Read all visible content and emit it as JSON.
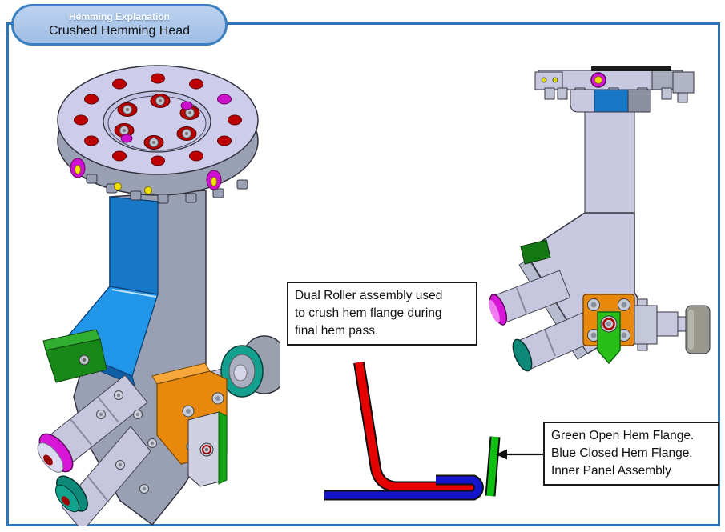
{
  "title_badge": {
    "line1": "Hemming Explanation",
    "line2": "Crushed Hemming Head"
  },
  "callouts": {
    "dual_roller": {
      "line1": "Dual Roller assembly used",
      "line2": "to crush hem flange during",
      "line3": "final hem pass."
    },
    "flange_legend": {
      "line1": "Green Open Hem Flange.",
      "line2": "Blue Closed Hem Flange.",
      "line3": "Inner Panel Assembly"
    }
  },
  "colors": {
    "border_blue": "#2e75b6",
    "badge_fill": "#aec7e7",
    "badge_border": "#3a7fc1",
    "open_hem_green": "#10c010",
    "closed_hem_blue": "#1414cc",
    "outer_panel_red": "#e60000",
    "body_lavender": "#c9c9e4",
    "face_blue": "#1878c8",
    "plate_orange": "#e8890e",
    "roller_magenta": "#d816d8",
    "roller_teal": "#0e8878"
  }
}
